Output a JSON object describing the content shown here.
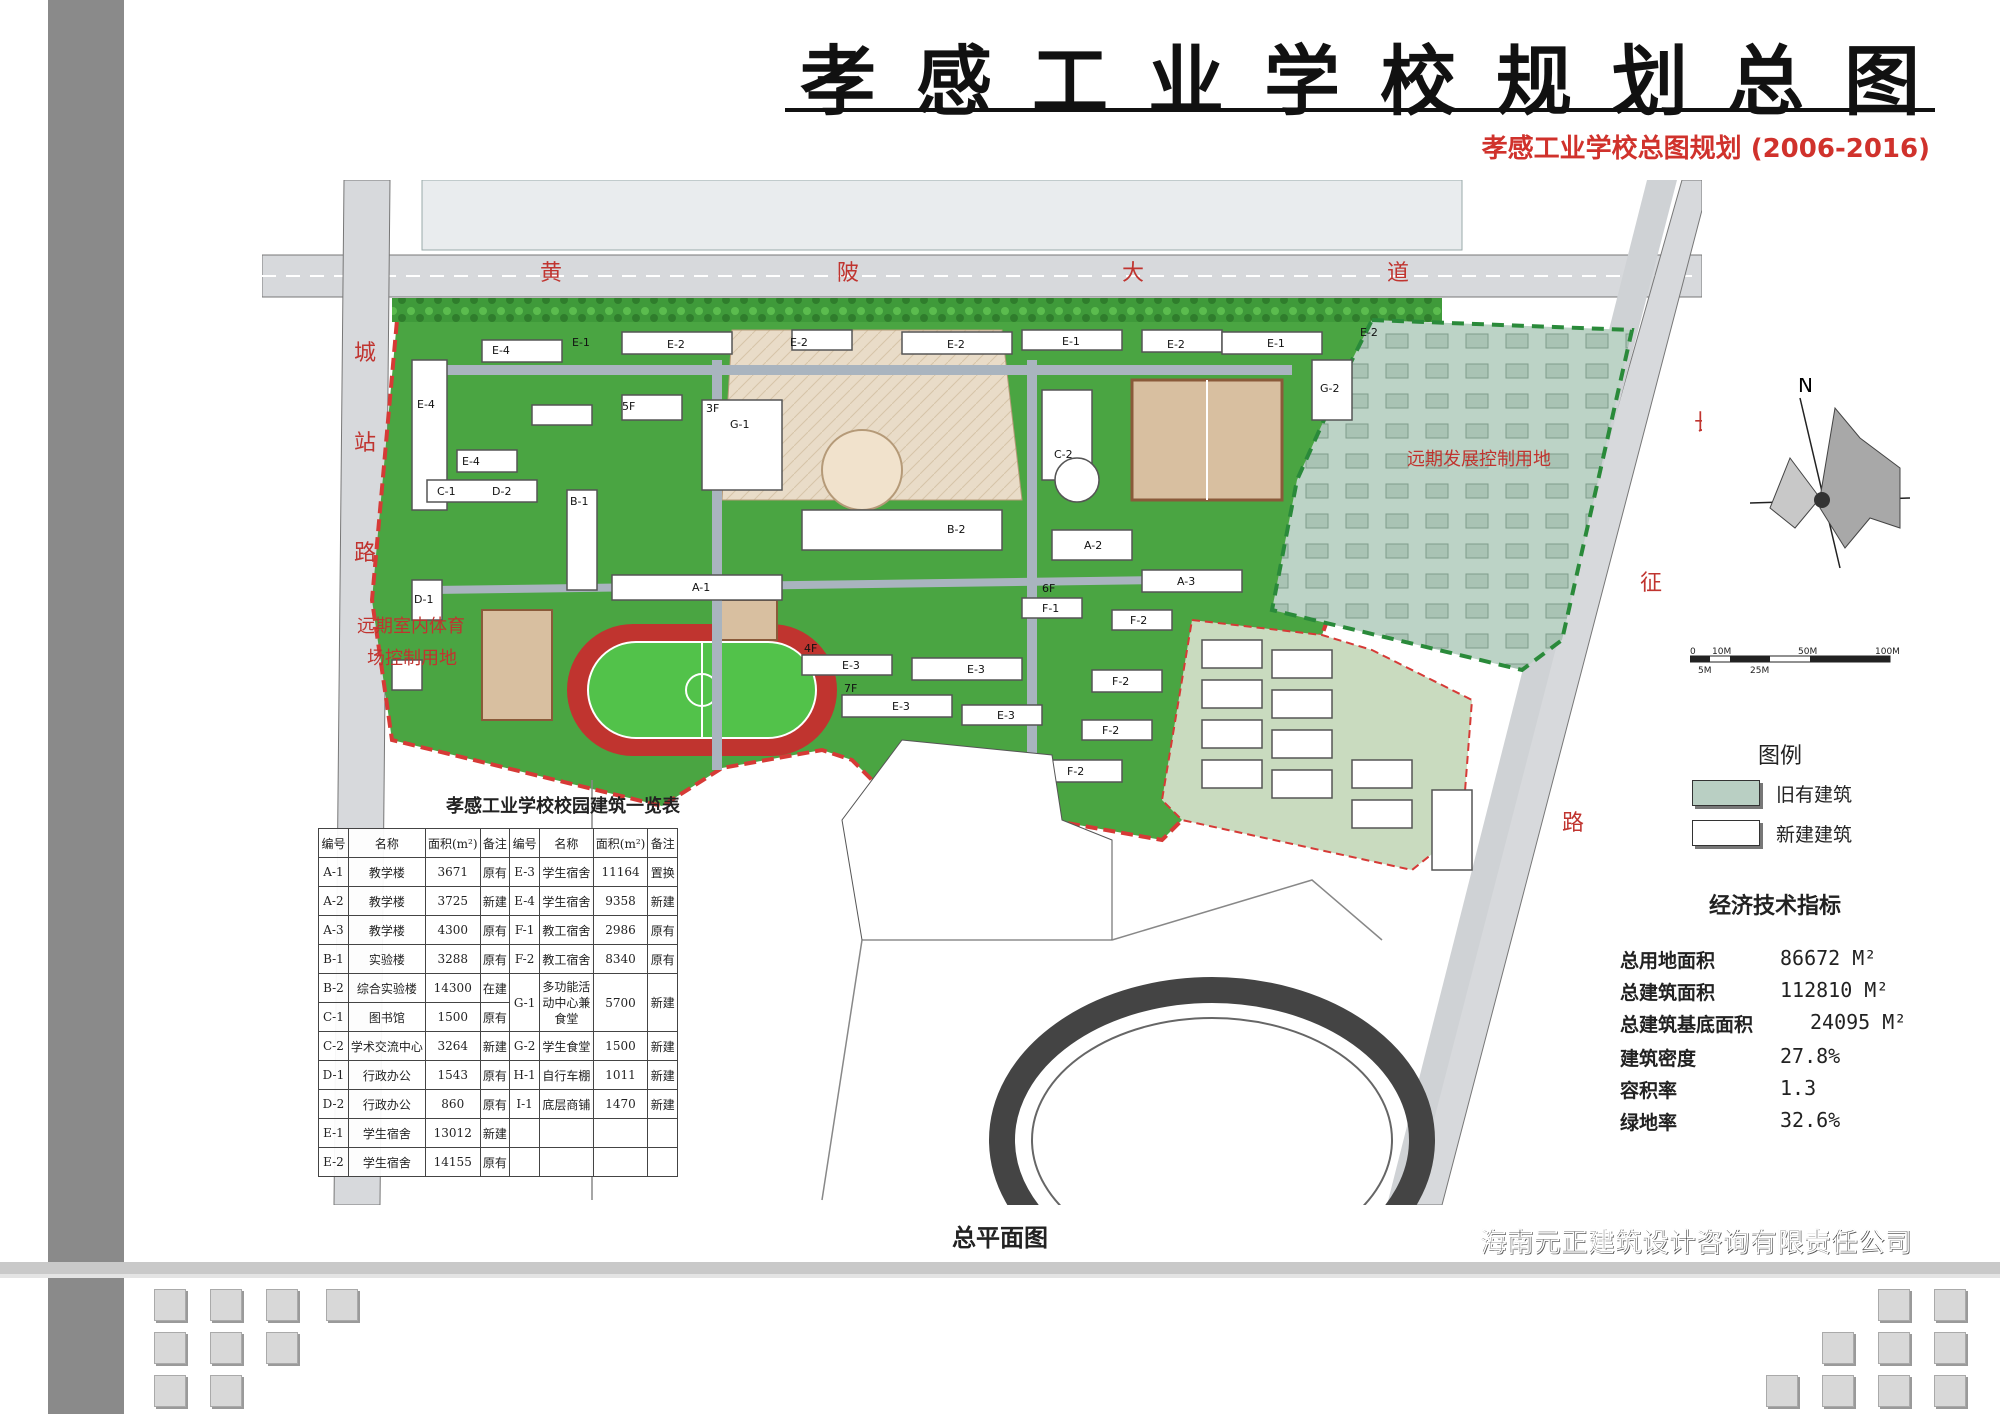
{
  "title": "孝感工业学校规划总图",
  "subtitle": "孝感工业学校总图规划 (2006-2016)",
  "company": "海南元正建筑设计咨询有限责任公司",
  "plan_label": "总平面图",
  "roads": {
    "top": [
      "黄",
      "陂",
      "大",
      "道"
    ],
    "left": [
      "城",
      "站",
      "路"
    ],
    "right": [
      "长",
      "征",
      "路"
    ]
  },
  "zones": {
    "far_dev": "远期发展控制用地",
    "indoor_sport_1": "远期室内体育",
    "indoor_sport_2": "场控制用地"
  },
  "buildings": {
    "A1": "A-1",
    "A2": "A-2",
    "A3": "A-3",
    "B1": "B-1",
    "B2": "B-2",
    "C1": "C-1",
    "C2": "C-2",
    "D1": "D-1",
    "D2": "D-2",
    "E1": "E-1",
    "E2": "E-2",
    "E3": "E-3",
    "E4": "E-4",
    "F1": "F-1",
    "F2": "F-2",
    "G1": "G-1",
    "G2": "G-2",
    "floor": {
      "f3": "3F",
      "f4": "4F",
      "f5": "5F",
      "f6": "6F",
      "f7": "7F"
    }
  },
  "scale": {
    "labels_top": [
      "0",
      "10M",
      "50M",
      "100M"
    ],
    "labels_bottom": [
      "5M",
      "25M"
    ]
  },
  "compass": {
    "north": "N"
  },
  "legend": {
    "title": "图例",
    "items": [
      {
        "label": "旧有建筑",
        "color": "#b9cfc3"
      },
      {
        "label": "新建建筑",
        "color": "#ffffff"
      }
    ]
  },
  "economic": {
    "title": "经济技术指标",
    "rows": [
      {
        "key": "总用地面积",
        "value": "86672",
        "unit": "M²"
      },
      {
        "key": "总建筑面积",
        "value": "112810",
        "unit": "M²"
      },
      {
        "key": "总建筑基底面积",
        "value": "24095",
        "unit": "M²"
      },
      {
        "key": "建筑密度",
        "value": "27.8%",
        "unit": ""
      },
      {
        "key": "容积率",
        "value": "1.3",
        "unit": ""
      },
      {
        "key": "绿地率",
        "value": "32.6%",
        "unit": ""
      }
    ]
  },
  "building_table": {
    "title": "孝感工业学校校园建筑一览表",
    "headers": [
      "编号",
      "名称",
      "面积(m²)",
      "备注",
      "编号",
      "名称",
      "面积(m²)",
      "备注"
    ],
    "rows": [
      [
        "A-1",
        "教学楼",
        "3671",
        "原有",
        "E-3",
        "学生宿舍",
        "11164",
        "置换"
      ],
      [
        "A-2",
        "教学楼",
        "3725",
        "新建",
        "E-4",
        "学生宿舍",
        "9358",
        "新建"
      ],
      [
        "A-3",
        "教学楼",
        "4300",
        "原有",
        "F-1",
        "教工宿舍",
        "2986",
        "原有"
      ],
      [
        "B-1",
        "实验楼",
        "3288",
        "原有",
        "F-2",
        "教工宿舍",
        "8340",
        "原有"
      ],
      [
        "B-2",
        "综合实验楼",
        "14300",
        "在建",
        "G-1",
        "多功能活动中心兼食堂",
        "5700",
        "新建"
      ],
      [
        "C-1",
        "图书馆",
        "1500",
        "原有",
        "",
        "",
        "",
        ""
      ],
      [
        "C-2",
        "学术交流中心",
        "3264",
        "新建",
        "G-2",
        "学生食堂",
        "1500",
        "新建"
      ],
      [
        "D-1",
        "行政办公",
        "1543",
        "原有",
        "H-1",
        "自行车棚",
        "1011",
        "新建"
      ],
      [
        "D-2",
        "行政办公",
        "860",
        "原有",
        "I-1",
        "底层商铺",
        "1470",
        "新建"
      ],
      [
        "E-1",
        "学生宿舍",
        "13012",
        "新建",
        "",
        "",
        "",
        ""
      ],
      [
        "E-2",
        "学生宿舍",
        "14155",
        "原有",
        "",
        "",
        "",
        ""
      ]
    ]
  }
}
